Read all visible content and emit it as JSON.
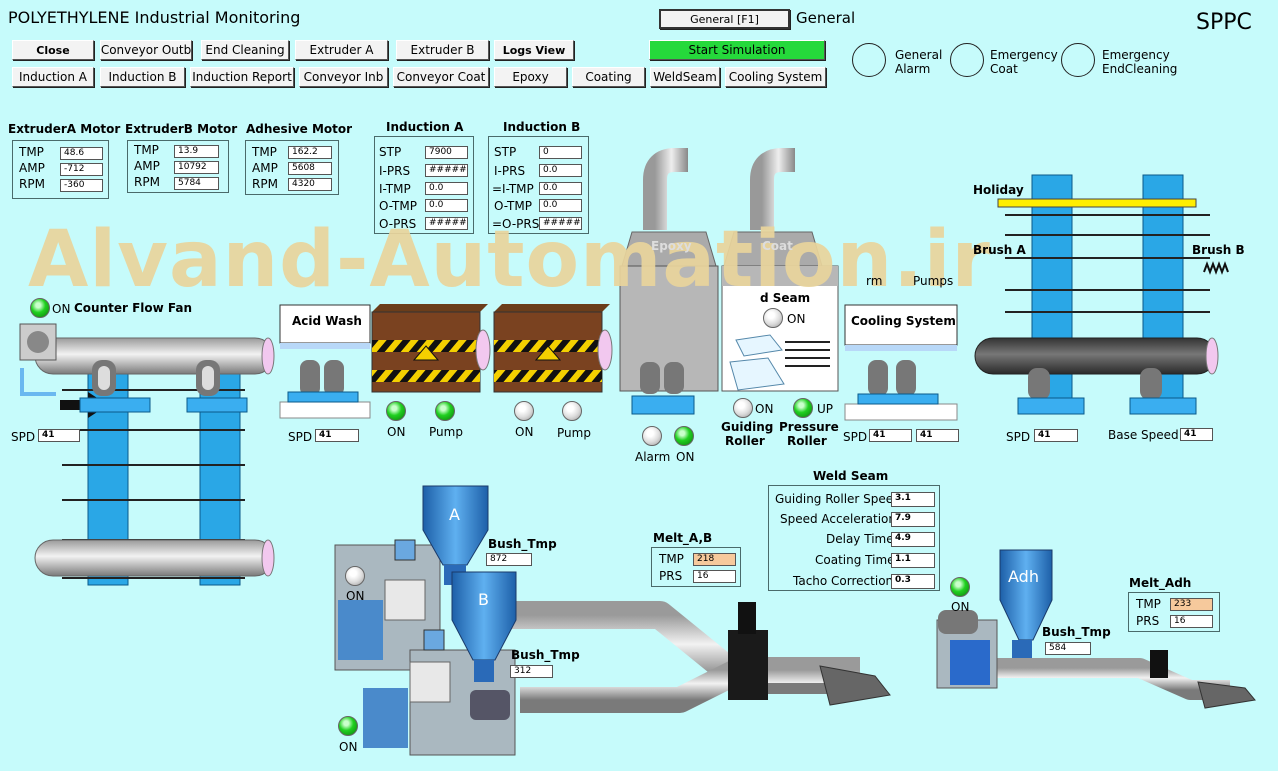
{
  "app": {
    "title": "POLYETHYLENE Industrial Monitoring",
    "brand": "SPPC"
  },
  "header": {
    "general_button": "General [F1]",
    "general_label": "General"
  },
  "buttons_row1": [
    "Close",
    "Conveyor Outb",
    "End Cleaning",
    "Extruder A",
    "Extruder B",
    "Logs View",
    "Start Simulation"
  ],
  "buttons_row2": [
    "Induction A",
    "Induction B",
    "Induction Report",
    "Conveyor Inb",
    "Conveyor Coat",
    "Epoxy",
    "Coating",
    "WeldSeam",
    "Cooling System"
  ],
  "alarms": [
    {
      "line1": "General",
      "line2": "Alarm"
    },
    {
      "line1": "Emergency",
      "line2": "Coat"
    },
    {
      "line1": "Emergency",
      "line2": "EndCleaning"
    }
  ],
  "extruderA_motor": {
    "title": "ExtruderA Motor",
    "labels": [
      "TMP",
      "AMP",
      "RPM"
    ],
    "values": [
      "48.6",
      "-712",
      "-360"
    ]
  },
  "extruderB_motor": {
    "title": "ExtruderB Motor",
    "labels": [
      "TMP",
      "AMP",
      "RPM"
    ],
    "values": [
      "13.9",
      "10792",
      "5784"
    ]
  },
  "adhesive_motor": {
    "title": "Adhesive Motor",
    "labels": [
      "TMP",
      "AMP",
      "RPM"
    ],
    "values": [
      "162.2",
      "5608",
      "4320"
    ]
  },
  "induction_a": {
    "title": "Induction A",
    "labels": [
      "STP",
      "I-PRS",
      "I-TMP",
      "O-TMP",
      "O-PRS"
    ],
    "values": [
      "7900",
      "######",
      "0.0",
      "0.0",
      "######"
    ]
  },
  "induction_b": {
    "title": "Induction B",
    "labels": [
      "STP",
      "I-PRS",
      "=I-TMP",
      "O-TMP",
      "=O-PRS"
    ],
    "values": [
      "0",
      "0.0",
      "0.0",
      "0.0",
      "######"
    ]
  },
  "process": {
    "counter_flow_fan": "Counter Flow Fan",
    "on": "ON",
    "acid_wash": "Acid Wash",
    "pump": "Pump",
    "epoxy": "Epoxy",
    "coat": "Coat",
    "weld_seam_partial": "d Seam",
    "cooling_system": "Cooling System",
    "holiday": "Holiday",
    "brush_a": "Brush A",
    "brush_b": "Brush B",
    "rm_partial": "rm",
    "pumps_partial": "Pumps",
    "alarm": "Alarm",
    "up": "UP",
    "guiding_roller_1": "Guiding",
    "guiding_roller_2": "Roller",
    "pressure_roller_1": "Pressure",
    "pressure_roller_2": "Roller",
    "spd": "SPD",
    "base_speed": "Base Speed",
    "speed_value": "41"
  },
  "weld_seam_panel": {
    "title": "Weld Seam",
    "labels": [
      "Guiding Roller Speed",
      "Speed Acceleration",
      "Delay Time",
      "Coating Time",
      "Tacho Correction"
    ],
    "values": [
      "3.1",
      "7.9",
      "4.9",
      "1.1",
      "0.3"
    ]
  },
  "melt_ab": {
    "title": "Melt_A,B",
    "labels": [
      "TMP",
      "PRS"
    ],
    "values": [
      "218",
      "16"
    ]
  },
  "melt_adh": {
    "title": "Melt_Adh",
    "labels": [
      "TMP",
      "PRS"
    ],
    "values": [
      "233",
      "16"
    ]
  },
  "bush_a": {
    "label": "Bush_Tmp",
    "value": "872"
  },
  "bush_b": {
    "label": "Bush_Tmp",
    "value": "312"
  },
  "bush_adh": {
    "label": "Bush_Tmp",
    "value": "584"
  },
  "hoppers": [
    "A",
    "B",
    "Adh"
  ],
  "watermark": "Alvand-Automation.ir",
  "colors": {
    "background": "#c6fbfb",
    "stand_blue": "#2aa7e6",
    "led_green": "#20d020",
    "sim_button": "#25d93b",
    "hopper": "#3b8fd8",
    "holiday_bar": "#ffee00"
  }
}
